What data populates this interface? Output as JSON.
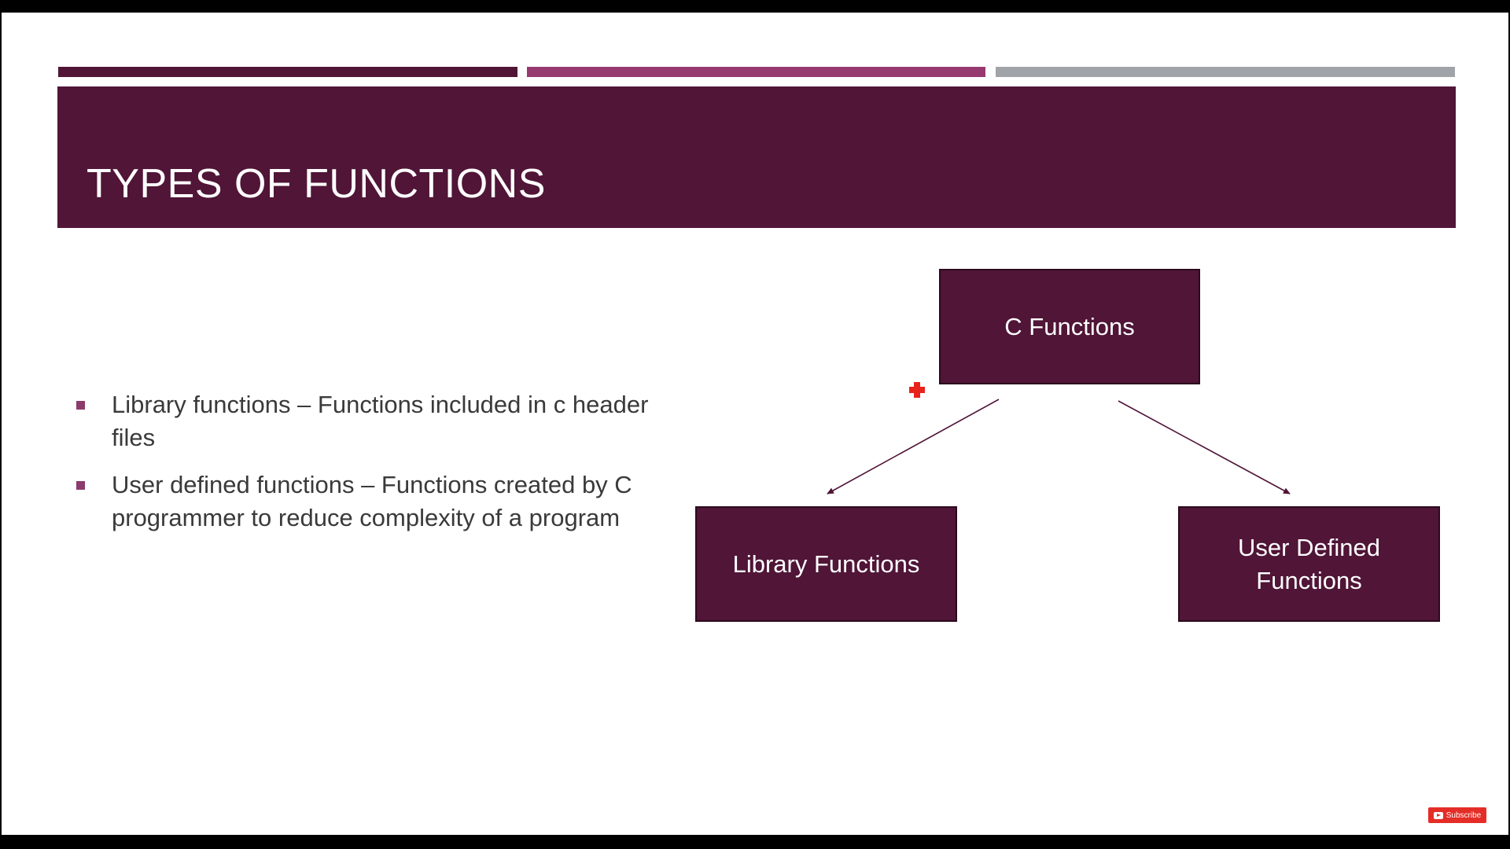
{
  "colors": {
    "background": "#ffffff",
    "letterbox": "#000000",
    "primary": "#501537",
    "accent": "#963a6f",
    "neutral": "#a0a4a8",
    "body_text": "#3a3a3a",
    "bullet": "#8c3b6d",
    "connector": "#501537",
    "cursor": "#e8231c",
    "subscribe": "#e52d27"
  },
  "slide": {
    "title": "TYPES OF FUNCTIONS",
    "bullets": [
      {
        "text": "Library functions – Functions included in c header files"
      },
      {
        "text": "User defined functions – Functions created by C programmer to reduce complexity of a program"
      }
    ]
  },
  "diagram": {
    "root": {
      "label": "C Functions"
    },
    "children": [
      {
        "label": "Library Functions"
      },
      {
        "label": "User Defined Functions"
      }
    ]
  },
  "cursor": {
    "icon": "red-cross-cursor-icon"
  },
  "subscribe": {
    "label": "Subscribe",
    "icon": "youtube-play-icon"
  }
}
